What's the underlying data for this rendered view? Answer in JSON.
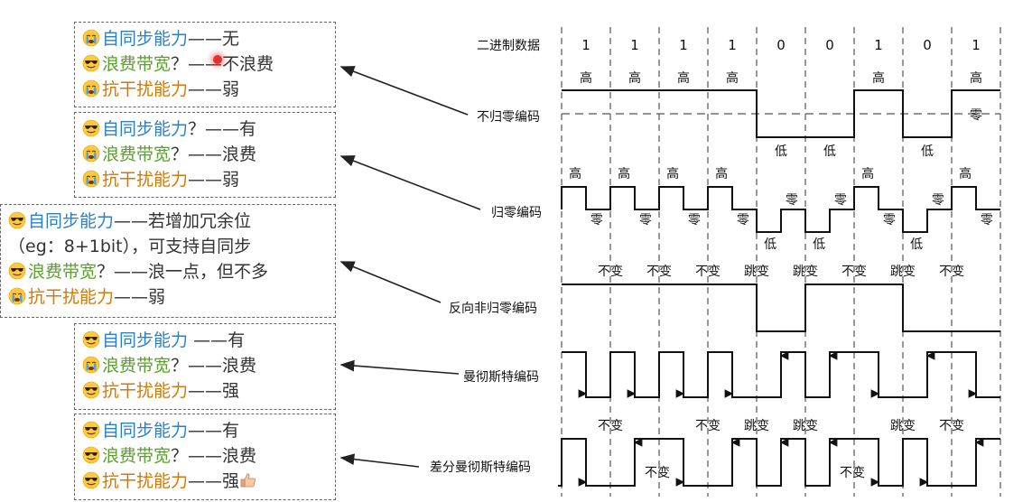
{
  "diagram": {
    "bits": [
      "1",
      "1",
      "1",
      "1",
      "0",
      "0",
      "1",
      "0",
      "1"
    ],
    "row_labels": {
      "binary": "二进制数据",
      "nrz": "不归零编码",
      "rz": "归零编码",
      "nrzi": "反向非归零编码",
      "manchester": "曼彻斯特编码",
      "diff_manchester": "差分曼彻斯特编码"
    },
    "nrz_marks": [
      "高",
      "高",
      "高",
      "高",
      "低",
      "低",
      "高",
      "低",
      "高"
    ],
    "nrz_zero_label": "零",
    "rz_high_marks": [
      "高",
      "高",
      "高",
      "高",
      "零",
      "零",
      "高",
      "零",
      "高"
    ],
    "rz_low_marks": [
      "零",
      "零",
      "零",
      "零",
      "低",
      "低",
      "零",
      "低",
      "零"
    ],
    "nrzi_marks": [
      "不变",
      "不变",
      "不变",
      "跳变",
      "跳变",
      "不变",
      "跳变",
      "不变"
    ],
    "diff_manchester_marks": [
      "不变",
      "不变",
      "不变",
      "跳变",
      "跳变",
      "不变",
      "跳变",
      "不变"
    ]
  },
  "panels": [
    {
      "lines": [
        {
          "emoji": "cry",
          "term": "自同步能力",
          "term_color": "blue",
          "q": "",
          "dash": "——",
          "value": "无"
        },
        {
          "emoji": "cool",
          "term": "浪费带宽",
          "term_color": "green",
          "q": "？",
          "dash": "——",
          "value": "不浪费"
        },
        {
          "emoji": "cry",
          "term": "抗干扰能力",
          "term_color": "orange",
          "q": "",
          "dash": "——",
          "value": "弱"
        }
      ]
    },
    {
      "lines": [
        {
          "emoji": "cool",
          "term": "自同步能力",
          "term_color": "blue",
          "q": "？",
          "dash": "——",
          "value": "有"
        },
        {
          "emoji": "cry",
          "term": "浪费带宽",
          "term_color": "green",
          "q": "？",
          "dash": "——",
          "value": "浪费"
        },
        {
          "emoji": "cry",
          "term": "抗干扰能力",
          "term_color": "orange",
          "q": "",
          "dash": "——",
          "value": "弱"
        }
      ]
    },
    {
      "lines": [
        {
          "emoji": "cool",
          "term": "自同步能力",
          "term_color": "blue",
          "q": "",
          "dash": "——",
          "value": "若增加冗余位"
        },
        {
          "emoji": "",
          "term": "",
          "term_color": "",
          "q": "",
          "dash": "",
          "value": "（eg：8+1bit），可支持自同步"
        },
        {
          "emoji": "cool",
          "term": "浪费带宽",
          "term_color": "green",
          "q": "？",
          "dash": "——",
          "value": "浪一点，但不多"
        },
        {
          "emoji": "cry",
          "term": "抗干扰能力",
          "term_color": "orange",
          "q": "",
          "dash": "——",
          "value": "弱"
        }
      ]
    },
    {
      "lines": [
        {
          "emoji": "cool",
          "term": "自同步能力",
          "term_color": "blue",
          "q": " ",
          "dash": "——",
          "value": "有"
        },
        {
          "emoji": "cry",
          "term": "浪费带宽",
          "term_color": "green",
          "q": "？",
          "dash": "——",
          "value": "浪费"
        },
        {
          "emoji": "cool",
          "term": "抗干扰能力",
          "term_color": "orange",
          "q": "",
          "dash": "——",
          "value": "强"
        }
      ]
    },
    {
      "lines": [
        {
          "emoji": "cool",
          "term": "自同步能力",
          "term_color": "blue",
          "q": "",
          "dash": "——",
          "value": "有"
        },
        {
          "emoji": "cool",
          "term": "浪费带宽",
          "term_color": "green",
          "q": "？",
          "dash": "——",
          "value": "浪费"
        },
        {
          "emoji": "cool",
          "term": "抗干扰能力",
          "term_color": "orange",
          "q": "",
          "dash": "——",
          "value": "强",
          "extra_emoji": "thumbs-up"
        }
      ]
    }
  ]
}
